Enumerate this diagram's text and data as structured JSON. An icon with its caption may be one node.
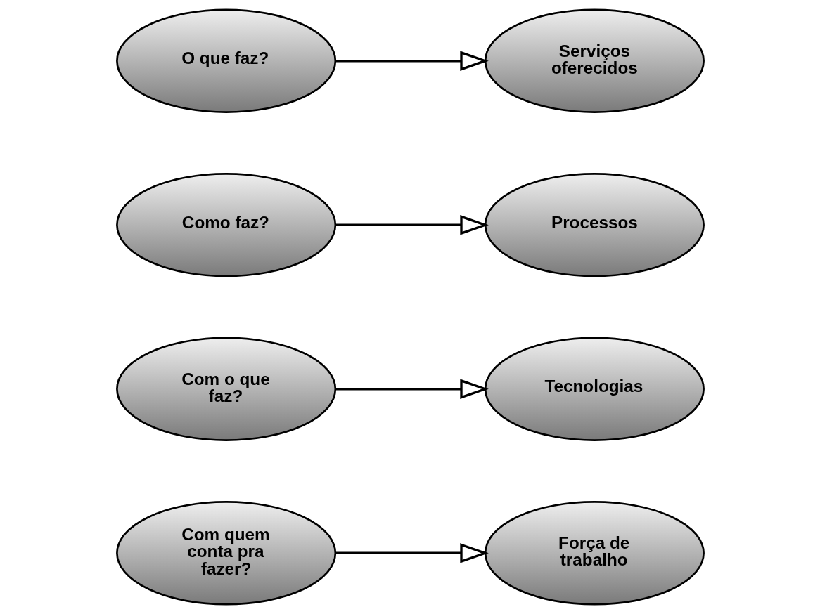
{
  "diagram": {
    "nodes": [
      {
        "text": [
          "O que faz?"
        ]
      },
      {
        "text": [
          "Serviços oferecidos"
        ]
      },
      {
        "text": [
          "Como faz?"
        ]
      },
      {
        "text": [
          "Processos"
        ]
      },
      {
        "text": [
          "Com o que faz?"
        ]
      },
      {
        "text": [
          "Tecnologias"
        ]
      },
      {
        "text": [
          "Com quem conta pra fazer?"
        ]
      },
      {
        "text": [
          "Força de trabalho"
        ]
      }
    ],
    "edges": [
      {
        "from": 0,
        "to": 1,
        "arrow": "to"
      },
      {
        "from": 2,
        "to": 3,
        "arrow": "to"
      },
      {
        "from": 4,
        "to": 5,
        "arrow": "to"
      },
      {
        "from": 6,
        "to": 7,
        "arrow": "to"
      }
    ]
  }
}
